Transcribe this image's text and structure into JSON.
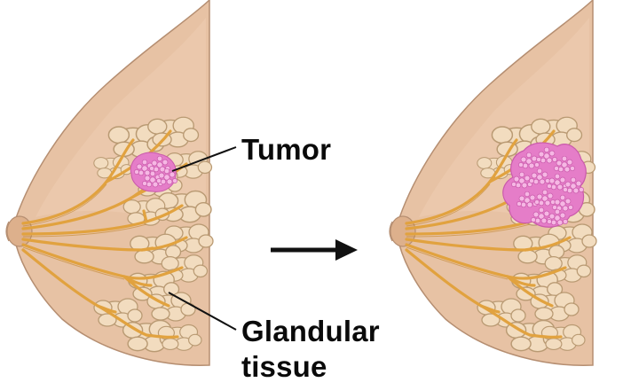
{
  "labels": {
    "tumor": "Tumor",
    "glandular_line1": "Glandular",
    "glandular_line2": "tissue"
  },
  "colors": {
    "skin": "#e7c2a4",
    "skin_outline": "#b58e71",
    "lobule_fill": "#f2dcbf",
    "lobule_outline": "#b99a73",
    "duct": "#e1a23f",
    "duct_dark": "#c4862b",
    "tumor": "#e57dc8",
    "tumor_highlight": "#f6b7e4",
    "arrow": "#111111",
    "pointer_line": "#111111"
  },
  "panels": [
    {
      "name": "before",
      "tumor_stage": "small"
    },
    {
      "name": "after",
      "tumor_stage": "enlarged"
    }
  ],
  "icons": {
    "transition": "right-arrow"
  }
}
